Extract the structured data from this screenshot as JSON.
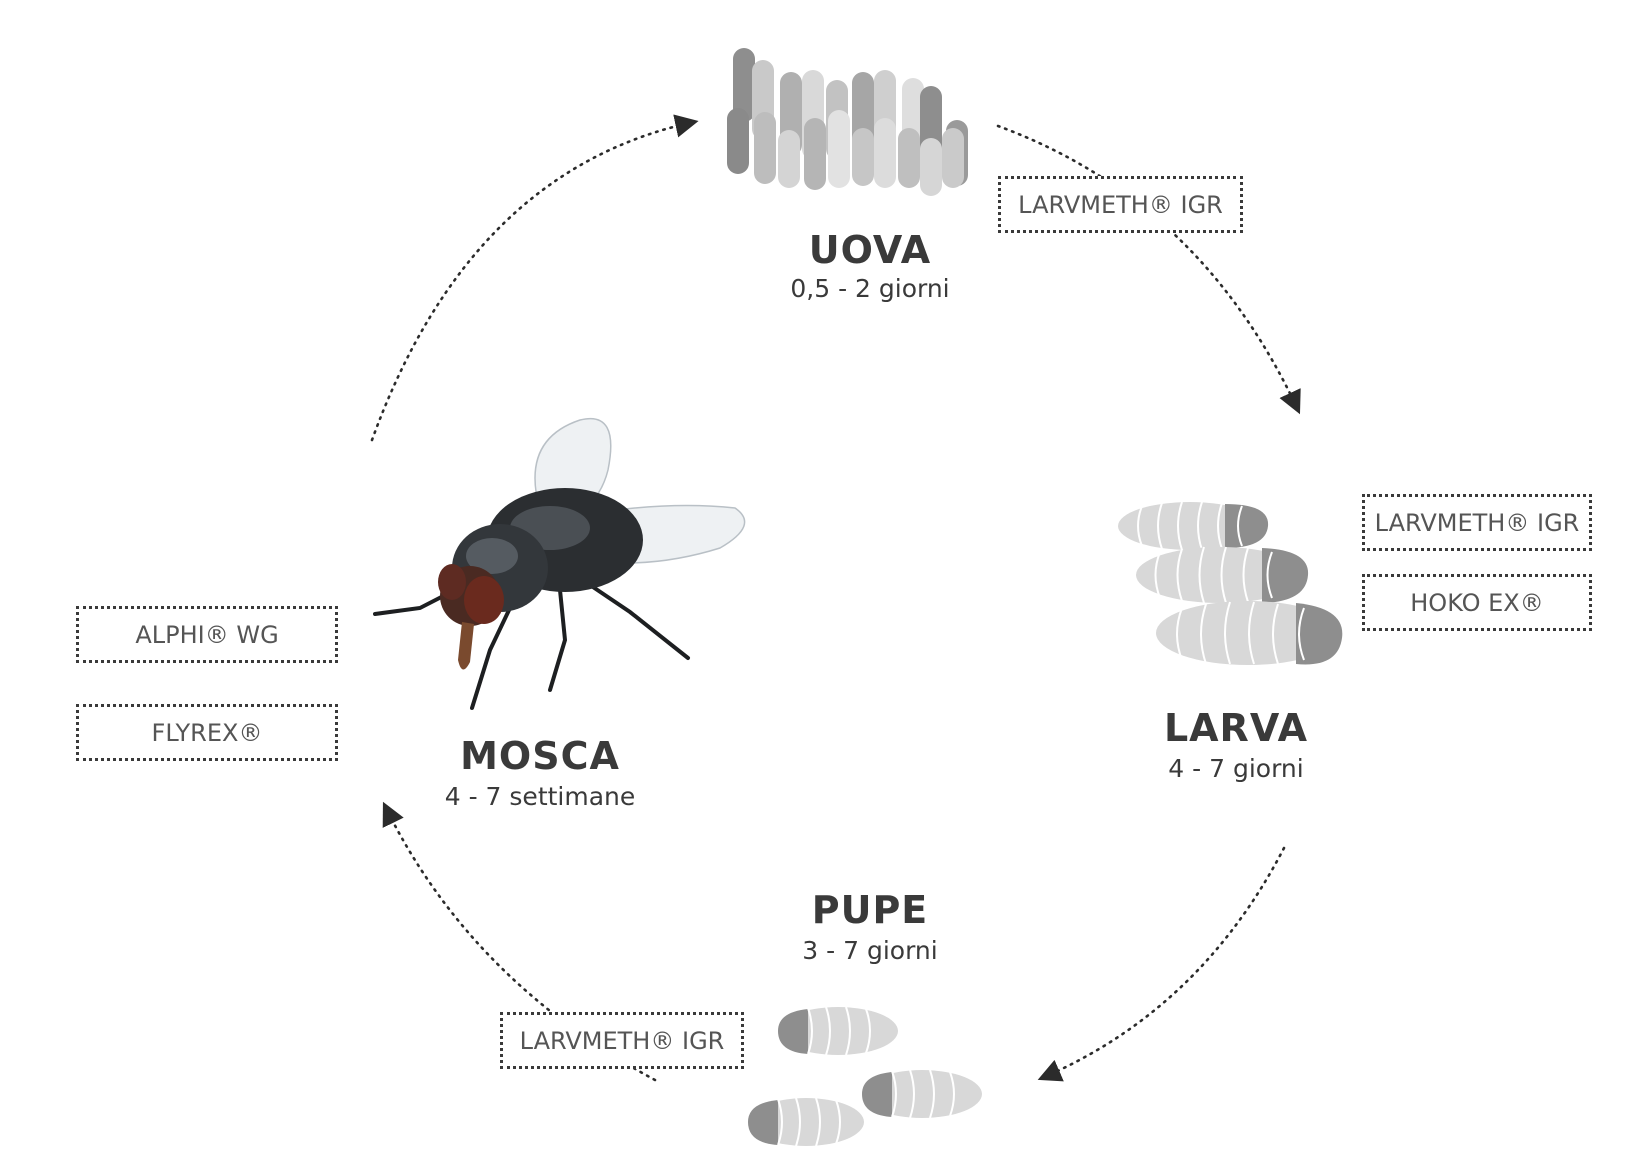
{
  "stages": {
    "eggs": {
      "title": "UOVA",
      "duration": "0,5 - 2 giorni"
    },
    "larva": {
      "title": "LARVA",
      "duration": "4 - 7 giorni"
    },
    "pupa": {
      "title": "PUPE",
      "duration": "3 - 7 giorni"
    },
    "fly": {
      "title": "MOSCA",
      "duration": "4 - 7 settimane"
    }
  },
  "products": {
    "eggs": [
      "LARVMETH® IGR"
    ],
    "larva": [
      "LARVMETH® IGR",
      "HOKO EX®"
    ],
    "pupa": [
      "LARVMETH® IGR"
    ],
    "fly": [
      "ALPHI® WG",
      "FLYREX®"
    ]
  },
  "colors": {
    "text": "#3a3a3a",
    "gray_light": "#d6d6d6",
    "gray_mid": "#b8b8b8",
    "gray_dark": "#8e8e8e",
    "fly_body": "#2b2e31",
    "fly_eye": "#6a2a1e"
  },
  "icons": [
    "eggs-cluster-icon",
    "larvae-icon",
    "pupae-icon",
    "housefly-icon",
    "cycle-arrow-icon"
  ]
}
